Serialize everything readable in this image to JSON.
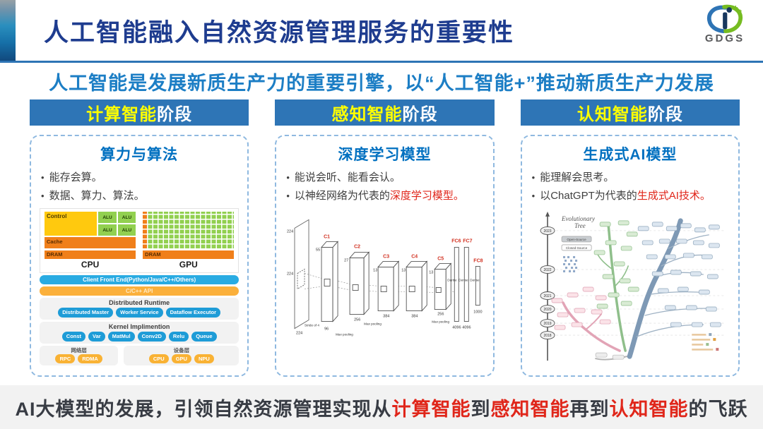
{
  "header": {
    "title": "人工智能融入自然资源管理服务的重要性",
    "logo_text": "GDGS"
  },
  "subtitle": "人工智能是发展新质生产力的重要引擎，以“人工智能+”推动新质生产力发展",
  "stages": [
    {
      "highlight": "计算智能",
      "rest": "阶段"
    },
    {
      "highlight": "感知智能",
      "rest": "阶段"
    },
    {
      "highlight": "认知智能",
      "rest": "阶段"
    }
  ],
  "cards": [
    {
      "title": "算力与算法",
      "bullets": [
        {
          "plain": "能存会算。"
        },
        {
          "plain": "数据、算力、算法。"
        }
      ]
    },
    {
      "title": "深度学习模型",
      "bullets": [
        {
          "plain": "能说会听、能看会认。"
        },
        {
          "plain": "以神经网络为代表的",
          "red": "深度学习模型。"
        }
      ]
    },
    {
      "title": "生成式AI模型",
      "bullets": [
        {
          "plain": "能理解会思考。"
        },
        {
          "plain": "以ChatGPT为代表的",
          "red": "生成式AI技术。"
        }
      ]
    }
  ],
  "cpu_gpu": {
    "control": "Control",
    "alu": "ALU",
    "cache": "Cache",
    "dram": "DRAM",
    "cpu_label": "CPU",
    "gpu_label": "GPU"
  },
  "tf_stack": {
    "client_bar": "Client Front End(Python/Java/C++/Others)",
    "api_bar": "C/C++ API",
    "runtime_title": "Distributed Runtime",
    "runtime_chips": [
      "Distributed Master",
      "Worker Service",
      "Dataflow Executor"
    ],
    "kernel_title": "Kernel Implimention",
    "kernel_chips": [
      "Const",
      "Var",
      "MatMul",
      "Conv2D",
      "Relu",
      "Queue"
    ],
    "network_group": {
      "label": "网络层",
      "chips": [
        "RPC",
        "RDMA"
      ]
    },
    "device_group": {
      "label": "设备层",
      "chips": [
        "CPU",
        "GPU",
        "NPU"
      ]
    }
  },
  "cnn": {
    "layers": [
      "C1",
      "C2",
      "C3",
      "C4",
      "C5",
      "FC6",
      "FC7",
      "FC8"
    ],
    "input_size": "224",
    "sizes": {
      "c1": "55",
      "c2": "27",
      "c3": "13",
      "c4": "13",
      "c5": "13",
      "k1": "96",
      "k2": "256",
      "k3": "384",
      "k4": "384",
      "k5": "256",
      "fc6": "4096",
      "fc7": "4096",
      "out": "1000"
    },
    "notes": {
      "stride": "Stride of 4",
      "pool": "Max pooling",
      "dense": "Dense"
    }
  },
  "tree": {
    "title_line1": "Evolutionary",
    "title_line2": "Tree",
    "years": [
      "2023",
      "2022",
      "2021",
      "2020",
      "2019",
      "2018"
    ],
    "legend": [
      "Open-Source",
      "Closed-Source"
    ]
  },
  "footer": {
    "part1": "AI大模型的发展，引领自然资源管理实现从",
    "red1": "计算智能",
    "mid1": "到",
    "red2": "感知智能",
    "mid2": "再到",
    "red3": "认知智能",
    "tail": "的飞跃"
  },
  "colors": {
    "title_navy": "#1E3C8F",
    "subtitle_blue": "#1C7EC5",
    "stage_bar_blue": "#2E75B6",
    "stage_highlight_yellow": "#FFFF00",
    "card_title_blue": "#0070C0",
    "emphasis_red": "#E0261A",
    "dashed_border": "#8FB9E0",
    "footer_bg": "#F2F2F2"
  }
}
